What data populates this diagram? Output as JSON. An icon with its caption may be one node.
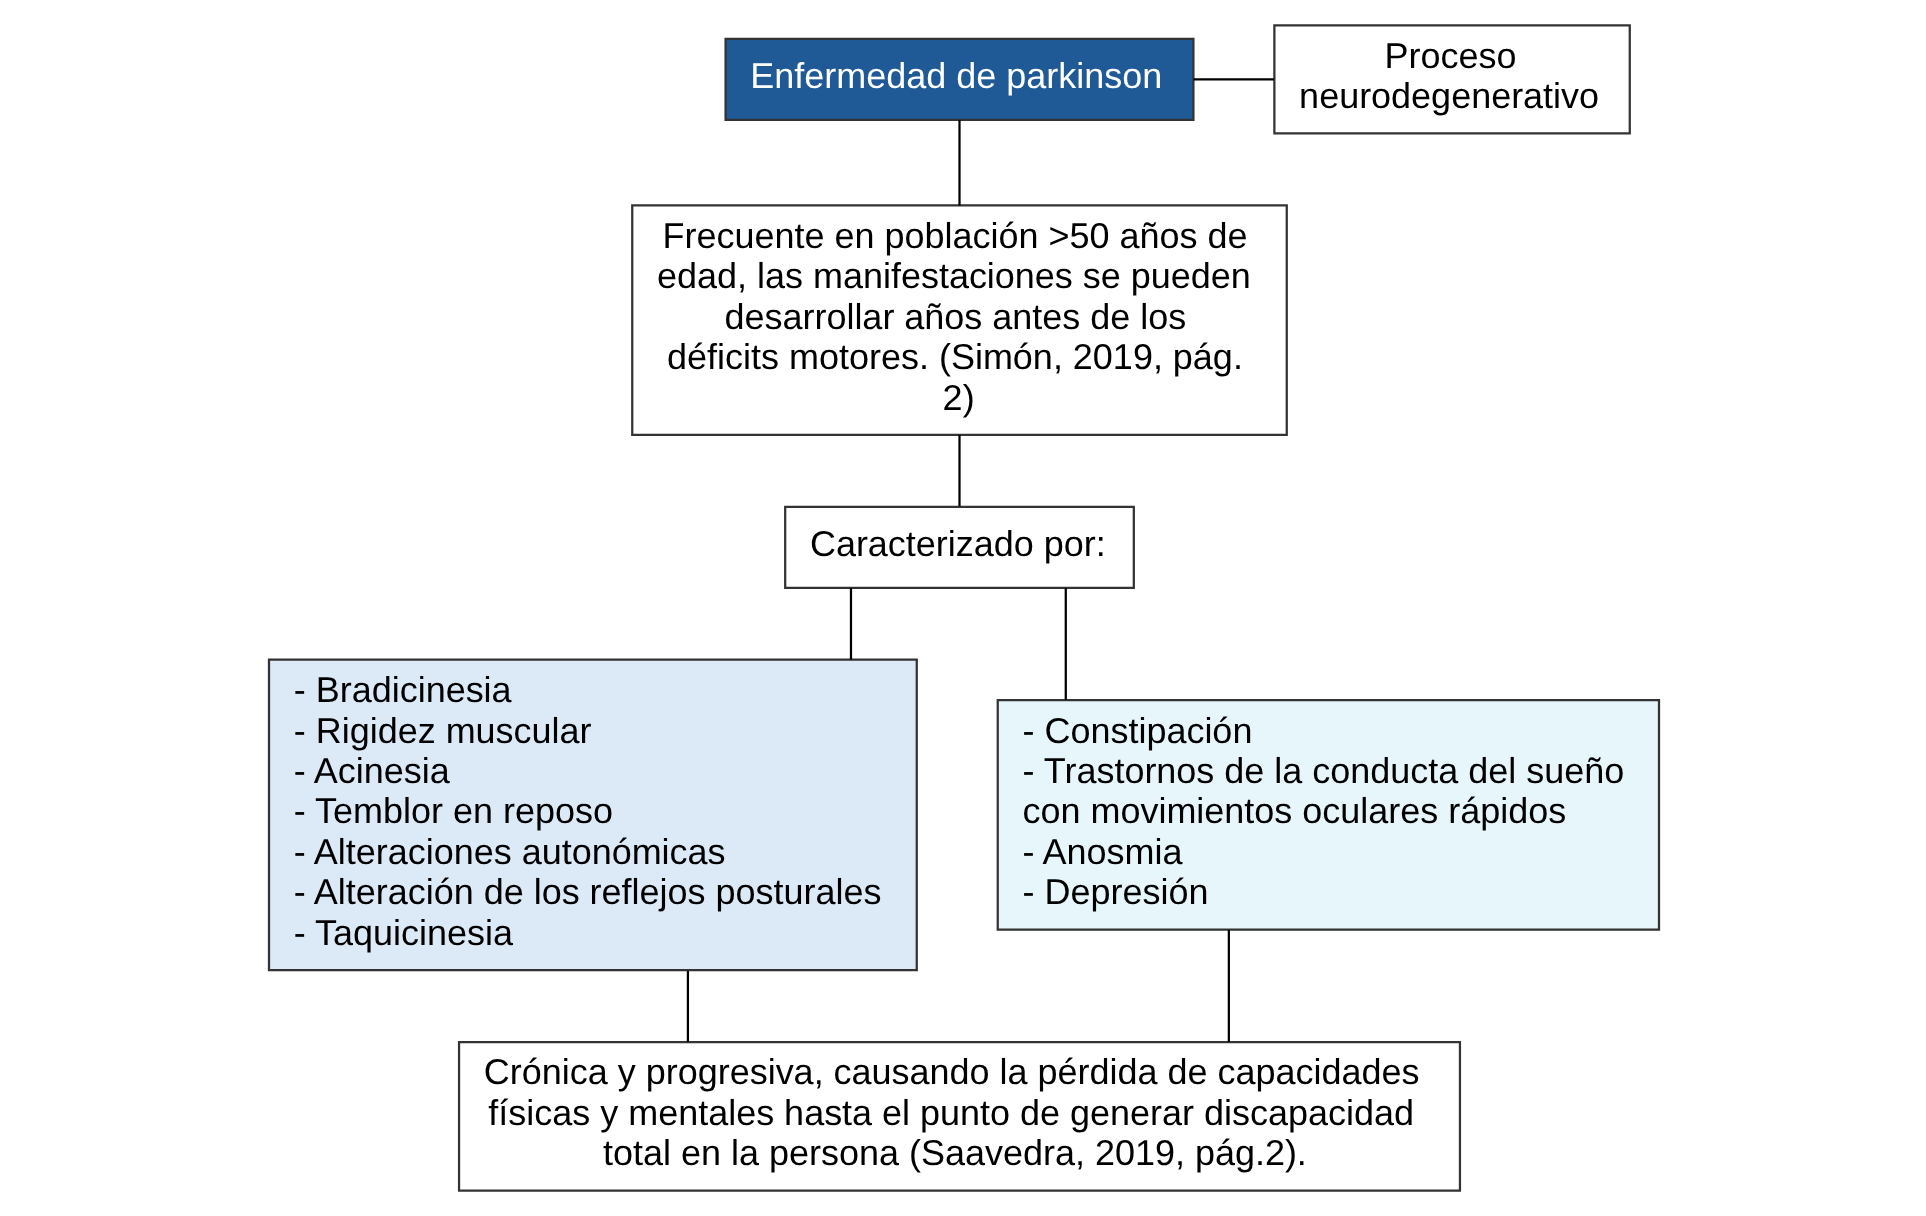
{
  "diagram": {
    "nodes": [
      {
        "text": [
          "Enfermedad de parkinson"
        ]
      },
      {
        "text": [
          "Proceso neurodegenerativo"
        ]
      },
      {
        "text": [
          "Frecuente en población >50 años de edad, las manifestaciones se pueden desarrollar años antes de los déficits motores. (Simón, 2019, pág. 2)"
        ]
      },
      {
        "text": [
          "Caracterizado por:"
        ]
      },
      {
        "text": [
          "- Bradicinesia",
          "- Rigidez muscular",
          "- Acinesia",
          "- Temblor en reposo",
          "- Alteraciones autonómicas",
          "- Alteración de los reflejos posturales",
          "- Taquicinesia"
        ]
      },
      {
        "text": [
          "- Constipación",
          "- Trastornos de la conducta del sueño con movimientos oculares rápidos",
          "- Anosmia",
          "- Depresión"
        ]
      },
      {
        "text": [
          "Crónica y progresiva, causando la pérdida de capacidades físicas y mentales hasta el punto de generar discapacidad total en la persona (Saavedra, 2019, pág.2)."
        ]
      }
    ],
    "edges": [
      {
        "from": 0,
        "to": 1,
        "arrow": "none"
      },
      {
        "from": 0,
        "to": 2,
        "arrow": "none"
      },
      {
        "from": 2,
        "to": 3,
        "arrow": "none"
      },
      {
        "from": 3,
        "to": 4,
        "arrow": "none"
      },
      {
        "from": 3,
        "to": 5,
        "arrow": "none"
      },
      {
        "from": 4,
        "to": 6,
        "arrow": "none"
      },
      {
        "from": 5,
        "to": 6,
        "arrow": "none"
      }
    ]
  }
}
